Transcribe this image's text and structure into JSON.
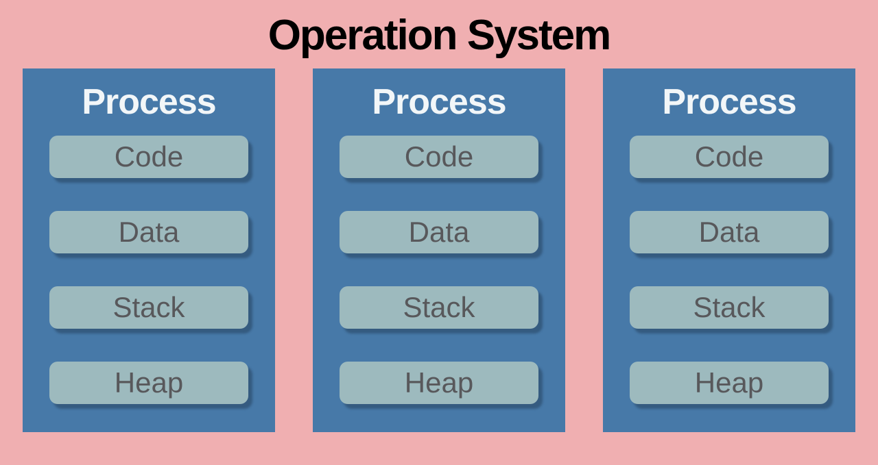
{
  "title": "Operation System",
  "colors": {
    "background": "#f0afb1",
    "process_background": "#4779a8",
    "process_title_text": "#f2f6f8",
    "segment_background": "#9dbabe",
    "segment_text": "#58585b",
    "title_text": "#000000",
    "segment_shadow": "#1e3750"
  },
  "processes": [
    {
      "title": "Process",
      "segments": [
        "Code",
        "Data",
        "Stack",
        "Heap"
      ]
    },
    {
      "title": "Process",
      "segments": [
        "Code",
        "Data",
        "Stack",
        "Heap"
      ]
    },
    {
      "title": "Process",
      "segments": [
        "Code",
        "Data",
        "Stack",
        "Heap"
      ]
    }
  ]
}
